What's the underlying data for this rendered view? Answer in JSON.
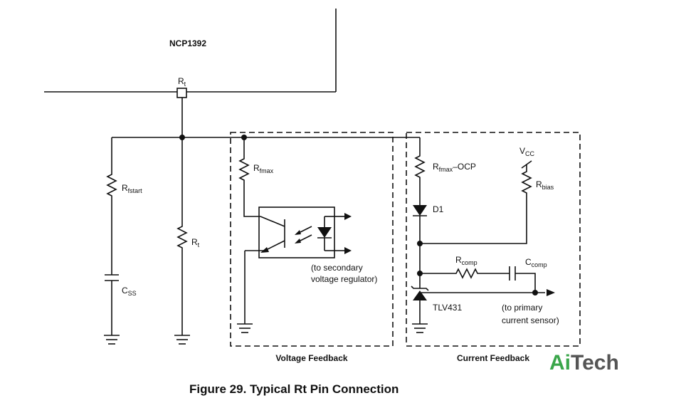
{
  "chip": {
    "name": "NCP1392",
    "pin_main": "R",
    "pin_sub": "t"
  },
  "components": {
    "rfstart_main": "R",
    "rfstart_sub": "fstart",
    "rt_main": "R",
    "rt_sub": "t",
    "css_main": "C",
    "css_sub": "SS",
    "rfmax_main": "R",
    "rfmax_sub": "fmax",
    "rfmaxocp_main": "R",
    "rfmaxocp_sub": "fmax",
    "rfmaxocp_suffix": "–OCP",
    "d1": "D1",
    "vcc_main": "V",
    "vcc_sub": "CC",
    "rbias_main": "R",
    "rbias_sub": "bias",
    "rcomp_main": "R",
    "rcomp_sub": "comp",
    "ccomp_main": "C",
    "ccomp_sub": "comp",
    "tlv": "TLV431"
  },
  "notes": {
    "secondary_1": "(to secondary",
    "secondary_2": "voltage regulator)",
    "primary_1": "(to primary",
    "primary_2": "current sensor)"
  },
  "boxes": {
    "voltage": "Voltage Feedback",
    "current": "Current Feedback"
  },
  "caption": "Figure 29. Typical Rt Pin Connection",
  "logo": {
    "part1": "Ai",
    "part2": "Tech",
    "color1": "#3aa64a",
    "color2": "#555555"
  }
}
